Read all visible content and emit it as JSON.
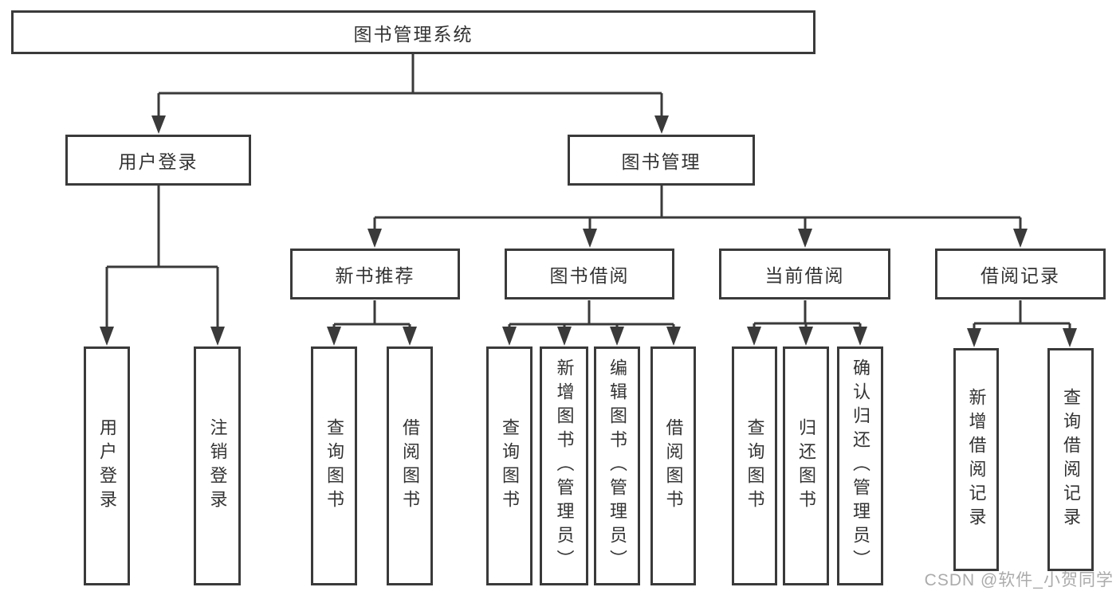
{
  "diagram": {
    "watermark": "CSDN @软件_小贺同学",
    "colors": {
      "line": "#3a3a3a",
      "text": "#333333",
      "watermark": "#ababab",
      "background": "#ffffff"
    },
    "tree": {
      "root": {
        "label": "图书管理系统",
        "children": [
          {
            "label": "用户登录",
            "children": [
              {
                "label": "用户登录"
              },
              {
                "label": "注销登录"
              }
            ]
          },
          {
            "label": "图书管理",
            "children": [
              {
                "label": "新书推荐",
                "children": [
                  {
                    "label": "查询图书"
                  },
                  {
                    "label": "借阅图书"
                  }
                ]
              },
              {
                "label": "图书借阅",
                "children": [
                  {
                    "label": "查询图书"
                  },
                  {
                    "label": "新增图书（管理员）"
                  },
                  {
                    "label": "编辑图书（管理员）"
                  },
                  {
                    "label": "借阅图书"
                  }
                ]
              },
              {
                "label": "当前借阅",
                "children": [
                  {
                    "label": "查询图书"
                  },
                  {
                    "label": "归还图书"
                  },
                  {
                    "label": "确认归还（管理员）"
                  }
                ]
              },
              {
                "label": "借阅记录",
                "children": [
                  {
                    "label": "新增借阅记录"
                  },
                  {
                    "label": "查询借阅记录"
                  }
                ]
              }
            ]
          }
        ]
      }
    }
  }
}
